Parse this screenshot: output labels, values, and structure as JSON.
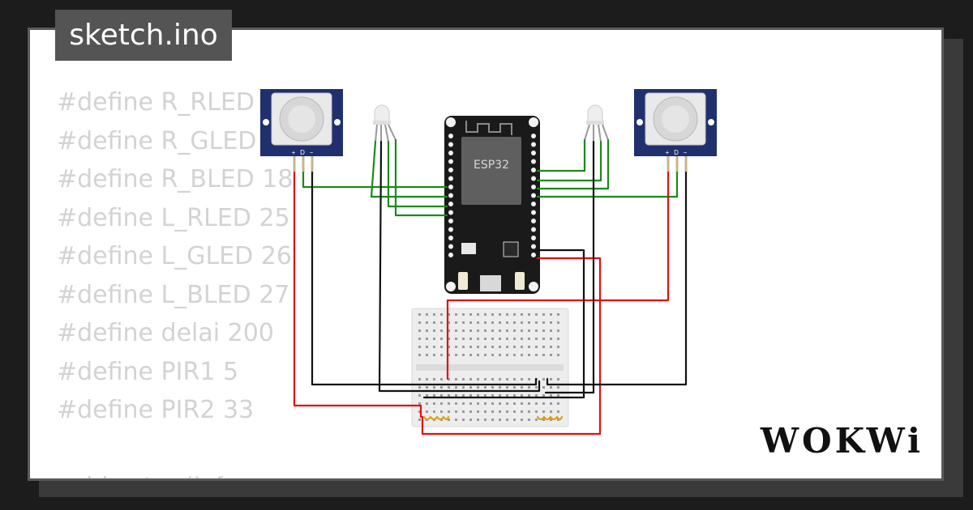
{
  "tab": {
    "filename": "sketch.ino"
  },
  "code_lines": [
    "#define R_RLED 2",
    "#define R_GLED 4",
    "#define R_BLED 18",
    "#define L_RLED 25",
    "#define L_GLED 26",
    "#define L_BLED 27",
    "#define delai 200",
    "#define PIR1 5",
    "#define PIR2 33",
    "",
    "void setup() {"
  ],
  "board": {
    "label": "ESP32"
  },
  "pir_pins": {
    "plus": "+",
    "data": "D",
    "minus": "−"
  },
  "logo": {
    "text": "WOKWi"
  },
  "colors": {
    "wire_green": "#1a8a1a",
    "wire_red": "#e01010",
    "wire_black": "#111111",
    "pir_board": "#20306e",
    "esp32_board": "#1a1a1a",
    "code_text": "#d3d3d3",
    "tab_background": "#545454"
  }
}
